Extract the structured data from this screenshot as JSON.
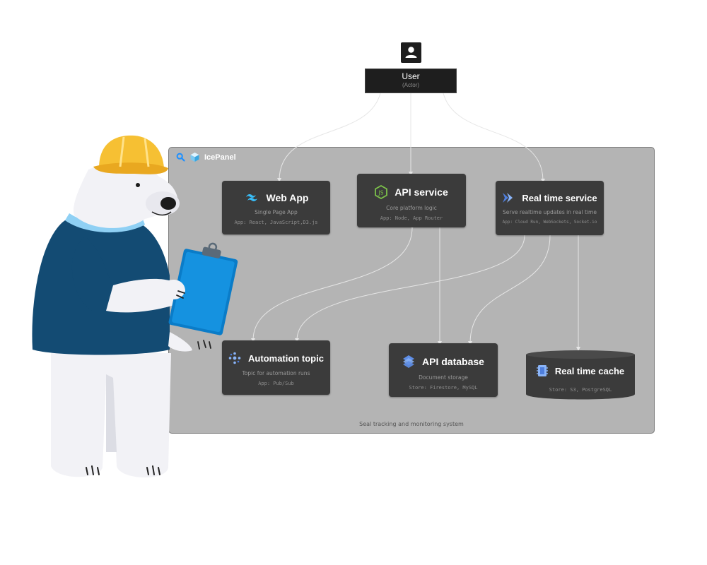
{
  "actor": {
    "name": "User",
    "type": "(Actor)",
    "icon": "person-icon"
  },
  "system": {
    "brand": "IcePanel",
    "caption": "Seal tracking and monitoring system",
    "icons": [
      "search-icon",
      "icepanel-cube-icon"
    ]
  },
  "nodes": {
    "web_app": {
      "title": "Web App",
      "desc": "Single Page App",
      "tech": "App: React, JavaScript,D3.js",
      "icon": "tailwind-icon",
      "accent": "#38bdf8"
    },
    "api_service": {
      "title": "API service",
      "desc": "Core platform logic",
      "tech": "App: Node, App Router",
      "icon": "nodejs-icon",
      "accent": "#7cc24a"
    },
    "realtime_service": {
      "title": "Real time service",
      "desc": "Serve realtime updates in real time",
      "tech": "App: Cloud Run, WebSockets, Socket.io",
      "icon": "cloud-run-icon",
      "accent": "#7aa7f5"
    },
    "automation_topic": {
      "title": "Automation topic",
      "desc": "Topic for automation runs",
      "tech": "App: Pub/Sub",
      "icon": "pubsub-icon",
      "accent": "#8ab4f8"
    },
    "api_database": {
      "title": "API database",
      "desc": "Document storage",
      "tech": "Store: Firestore, MySQL",
      "icon": "firestore-icon",
      "accent": "#5f8fe8"
    },
    "realtime_cache": {
      "title": "Real time cache",
      "desc": "",
      "tech": "Store: S3, PostgreSQL",
      "icon": "memorystore-icon",
      "accent": "#8ab4f8"
    }
  },
  "illustration": {
    "subject": "polar-bear-mascot",
    "hat_color": "#f6c033",
    "shirt_color": "#134b73",
    "clipboard_color": "#0a7cc8"
  },
  "colors": {
    "node_bg": "#3b3b3b",
    "container_bg": "#b4b4b4",
    "connector": "#e6e6e6"
  }
}
